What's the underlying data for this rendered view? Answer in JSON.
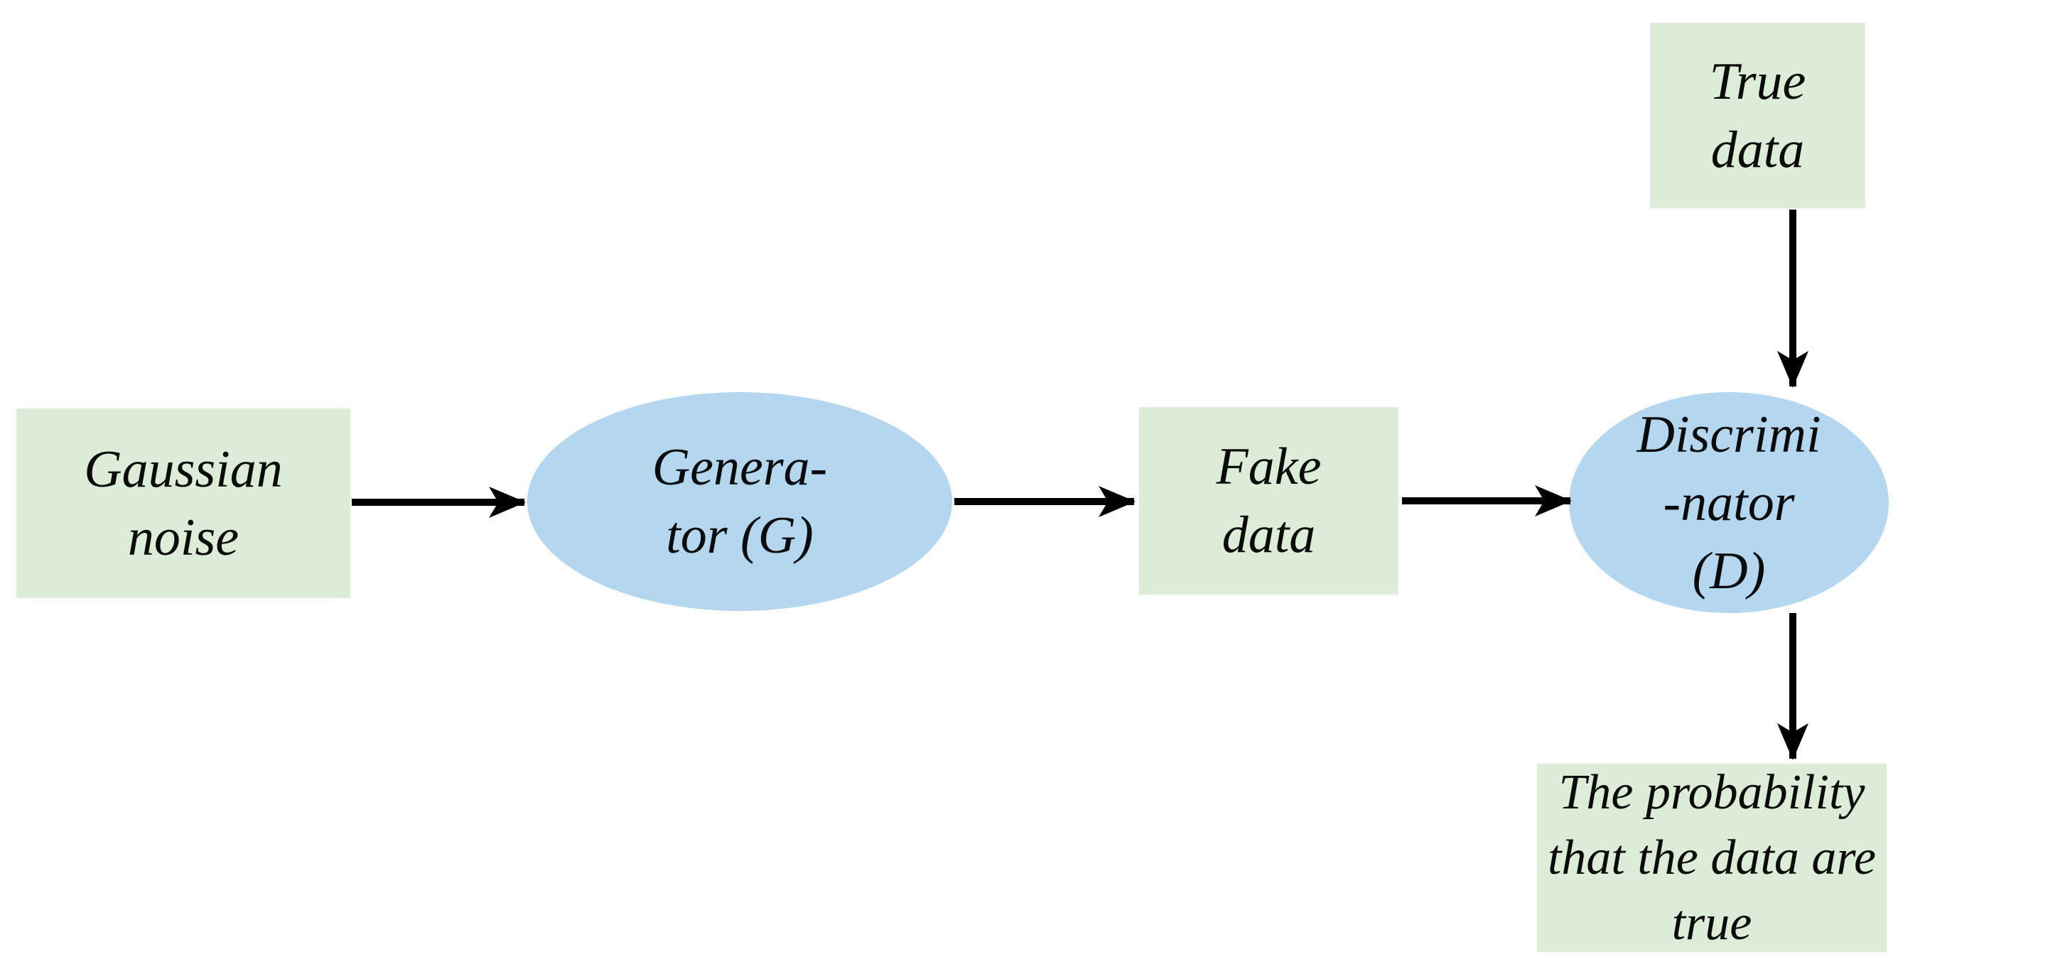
{
  "diagram": {
    "type": "flowchart",
    "background_color": "#ffffff",
    "colors": {
      "data_node_fill_green": "#ddecd7",
      "process_node_fill_blue": "#b4d7ef",
      "arrow_color": "#000000",
      "text_color": "#0b0b0b"
    },
    "nodes": [
      {
        "id": "gaussian-noise",
        "shape": "rectangle",
        "fill": "green",
        "lines": [
          "Gaussian",
          "noise"
        ]
      },
      {
        "id": "generator",
        "shape": "ellipse",
        "fill": "blue",
        "lines": [
          "Genera-",
          "tor (G)"
        ]
      },
      {
        "id": "fake-data",
        "shape": "rectangle",
        "fill": "green",
        "lines": [
          "Fake",
          "data"
        ]
      },
      {
        "id": "discriminator",
        "shape": "ellipse",
        "fill": "blue",
        "lines": [
          "Discrimi",
          "-nator",
          "(D)"
        ]
      },
      {
        "id": "true-data",
        "shape": "rectangle",
        "fill": "green",
        "lines": [
          "True",
          "data"
        ]
      },
      {
        "id": "output-probability",
        "shape": "rectangle",
        "fill": "green",
        "lines": [
          "The probability",
          "that the data are",
          "true"
        ]
      }
    ],
    "edges": [
      {
        "from": "gaussian-noise",
        "to": "generator",
        "direction": "right"
      },
      {
        "from": "generator",
        "to": "fake-data",
        "direction": "right"
      },
      {
        "from": "fake-data",
        "to": "discriminator",
        "direction": "right"
      },
      {
        "from": "true-data",
        "to": "discriminator",
        "direction": "down"
      },
      {
        "from": "discriminator",
        "to": "output-probability",
        "direction": "down"
      }
    ]
  }
}
